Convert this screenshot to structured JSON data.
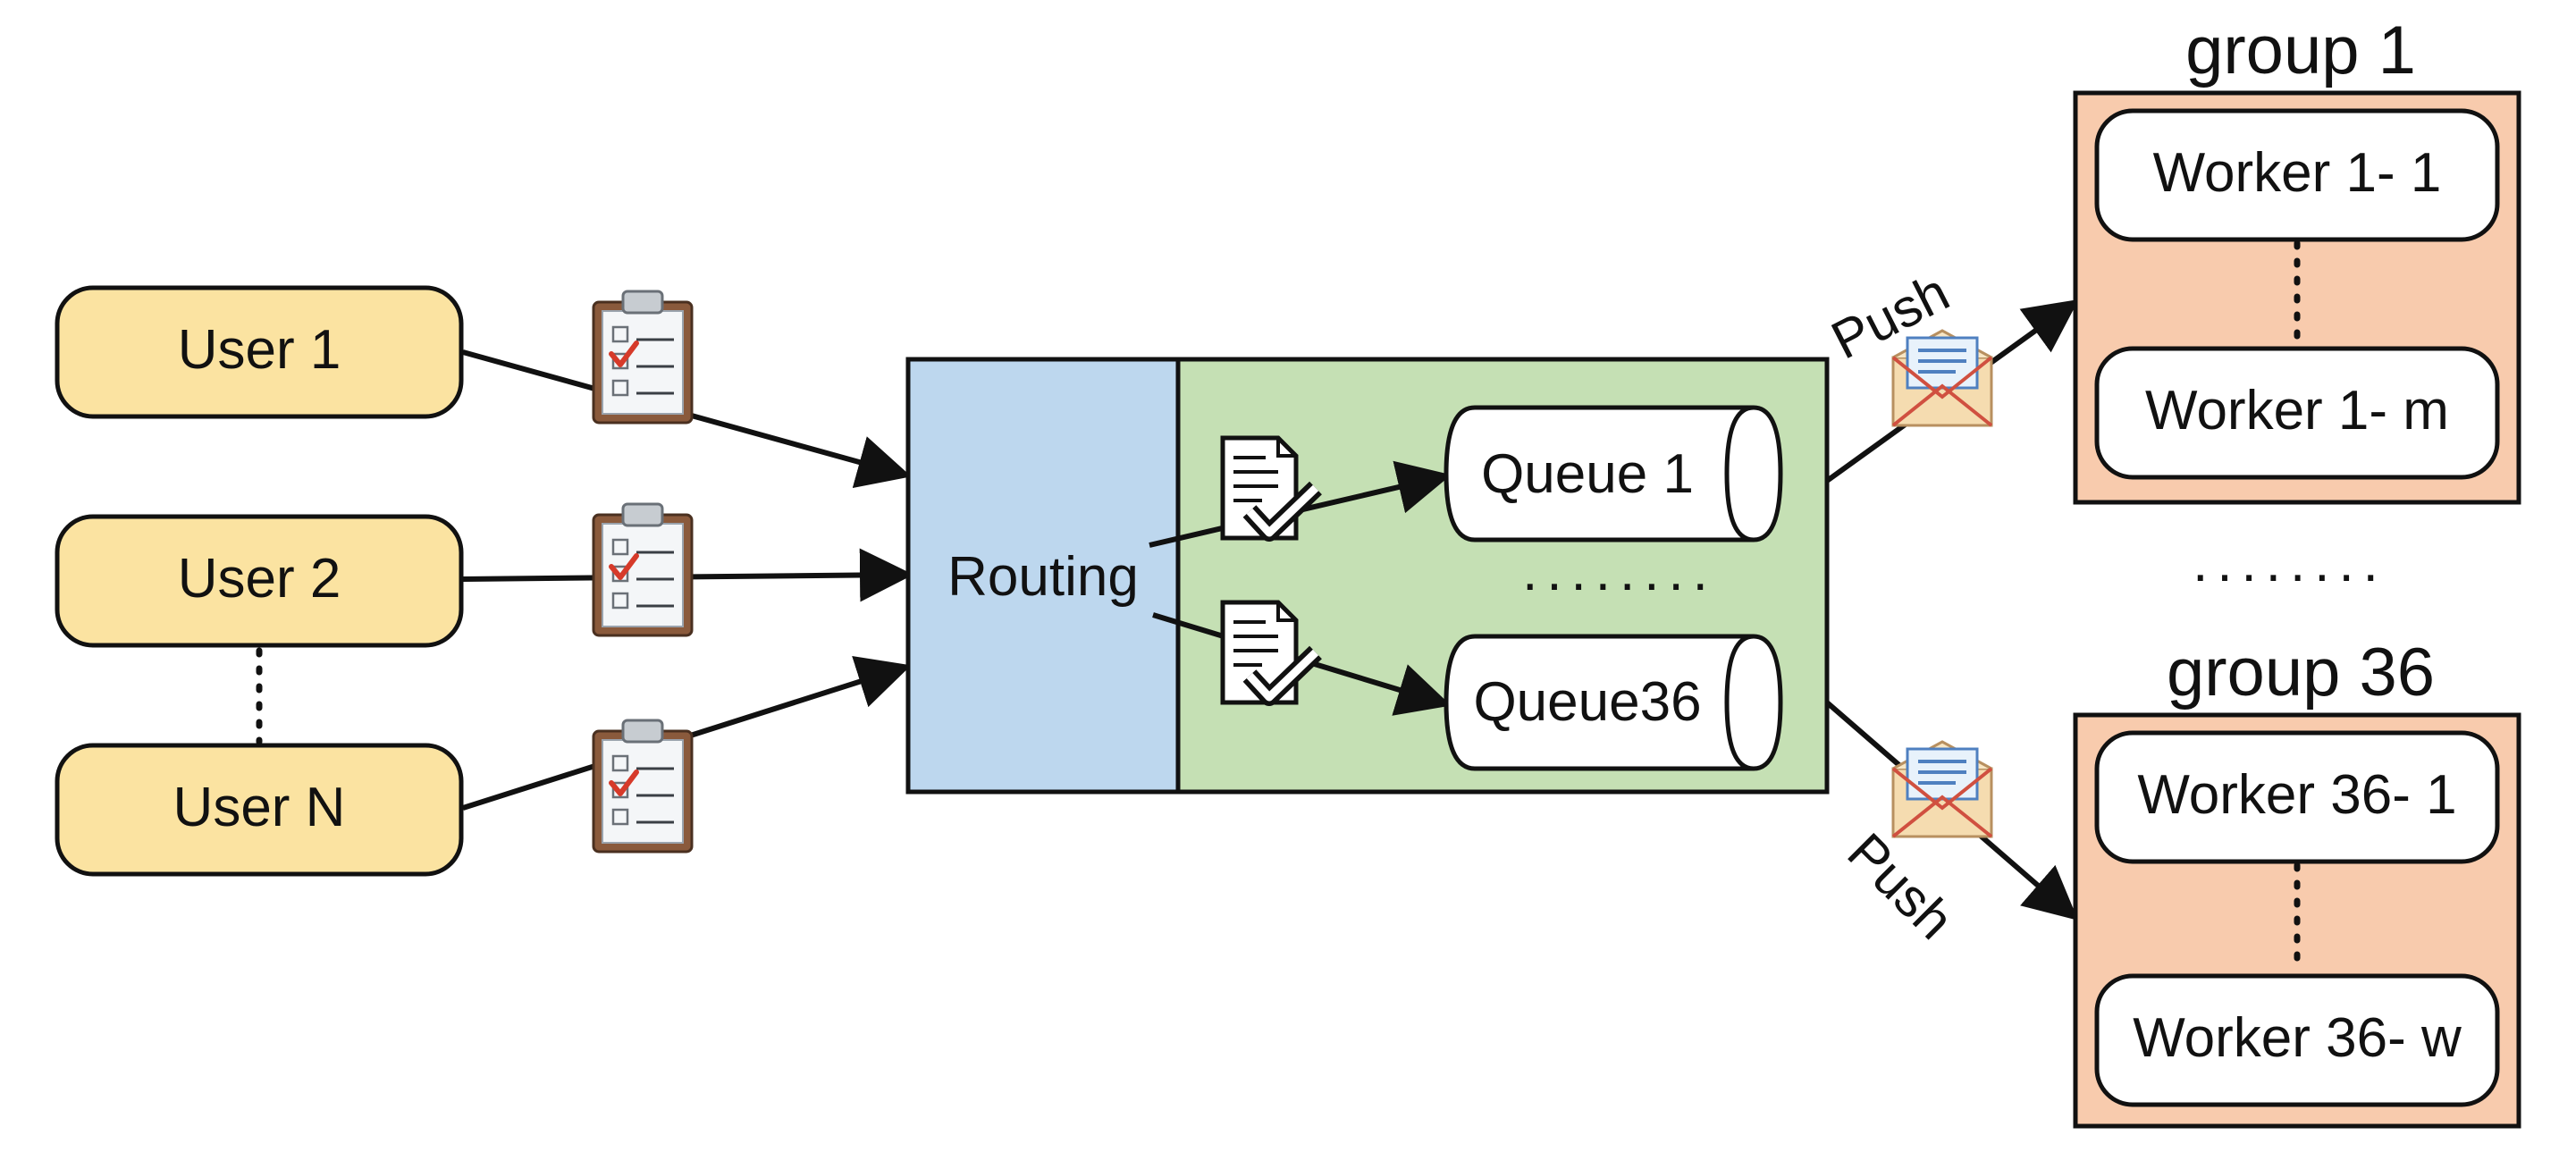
{
  "users": [
    "User 1",
    "User 2",
    "User N"
  ],
  "routing_label": "Routing",
  "queues": [
    "Queue 1",
    "Queue36"
  ],
  "queue_ellipsis": "........",
  "push_label": "Push",
  "groups": [
    {
      "title": "group 1",
      "workers": [
        "Worker 1- 1",
        "Worker 1- m"
      ]
    },
    {
      "title": "group 36",
      "workers": [
        "Worker 36- 1",
        "Worker 36- w"
      ]
    }
  ],
  "group_ellipsis": "........",
  "colors": {
    "user_fill": "#fbe3a1",
    "routing_fill": "#bdd7ee",
    "queue_area_fill": "#c5e0b4",
    "group_fill": "#f8cbad",
    "outline": "#111111",
    "check_red": "#d63a2a"
  }
}
